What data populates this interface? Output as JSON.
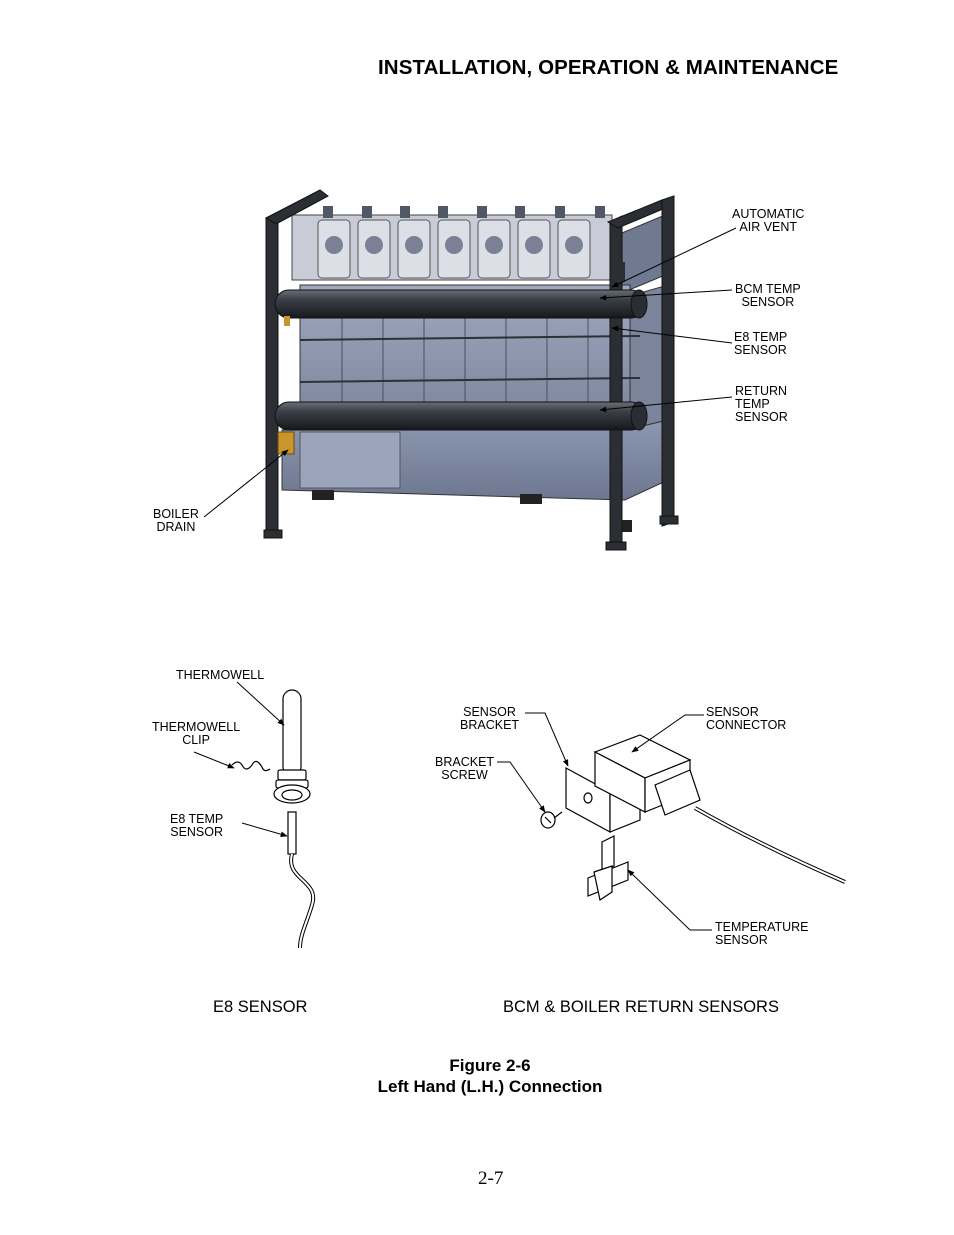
{
  "header": {
    "title": "INSTALLATION, OPERATION & MAINTENANCE"
  },
  "top_figure": {
    "callouts": {
      "automatic_air_vent": "AUTOMATIC\nAIR VENT",
      "bcm_temp_sensor": "BCM TEMP\nSENSOR",
      "e8_temp_sensor": "E8 TEMP\nSENSOR",
      "return_temp_sensor": "RETURN\nTEMP\nSENSOR",
      "boiler_drain": "BOILER\nDRAIN"
    }
  },
  "e8_detail": {
    "callouts": {
      "thermowell": "THERMOWELL",
      "thermowell_clip": "THERMOWELL\nCLIP",
      "e8_temp_sensor": "E8 TEMP\nSENSOR"
    },
    "label": "E8 SENSOR"
  },
  "bcm_detail": {
    "callouts": {
      "sensor_bracket": "SENSOR\nBRACKET",
      "bracket_screw": "BRACKET\nSCREW",
      "sensor_connector": "SENSOR\nCONNECTOR",
      "temperature_sensor": "TEMPERATURE\nSENSOR"
    },
    "label": "BCM & BOILER RETURN SENSORS"
  },
  "caption": {
    "figure_number": "Figure 2-6",
    "figure_title": "Left Hand (L.H.) Connection"
  },
  "page_number": "2-7"
}
